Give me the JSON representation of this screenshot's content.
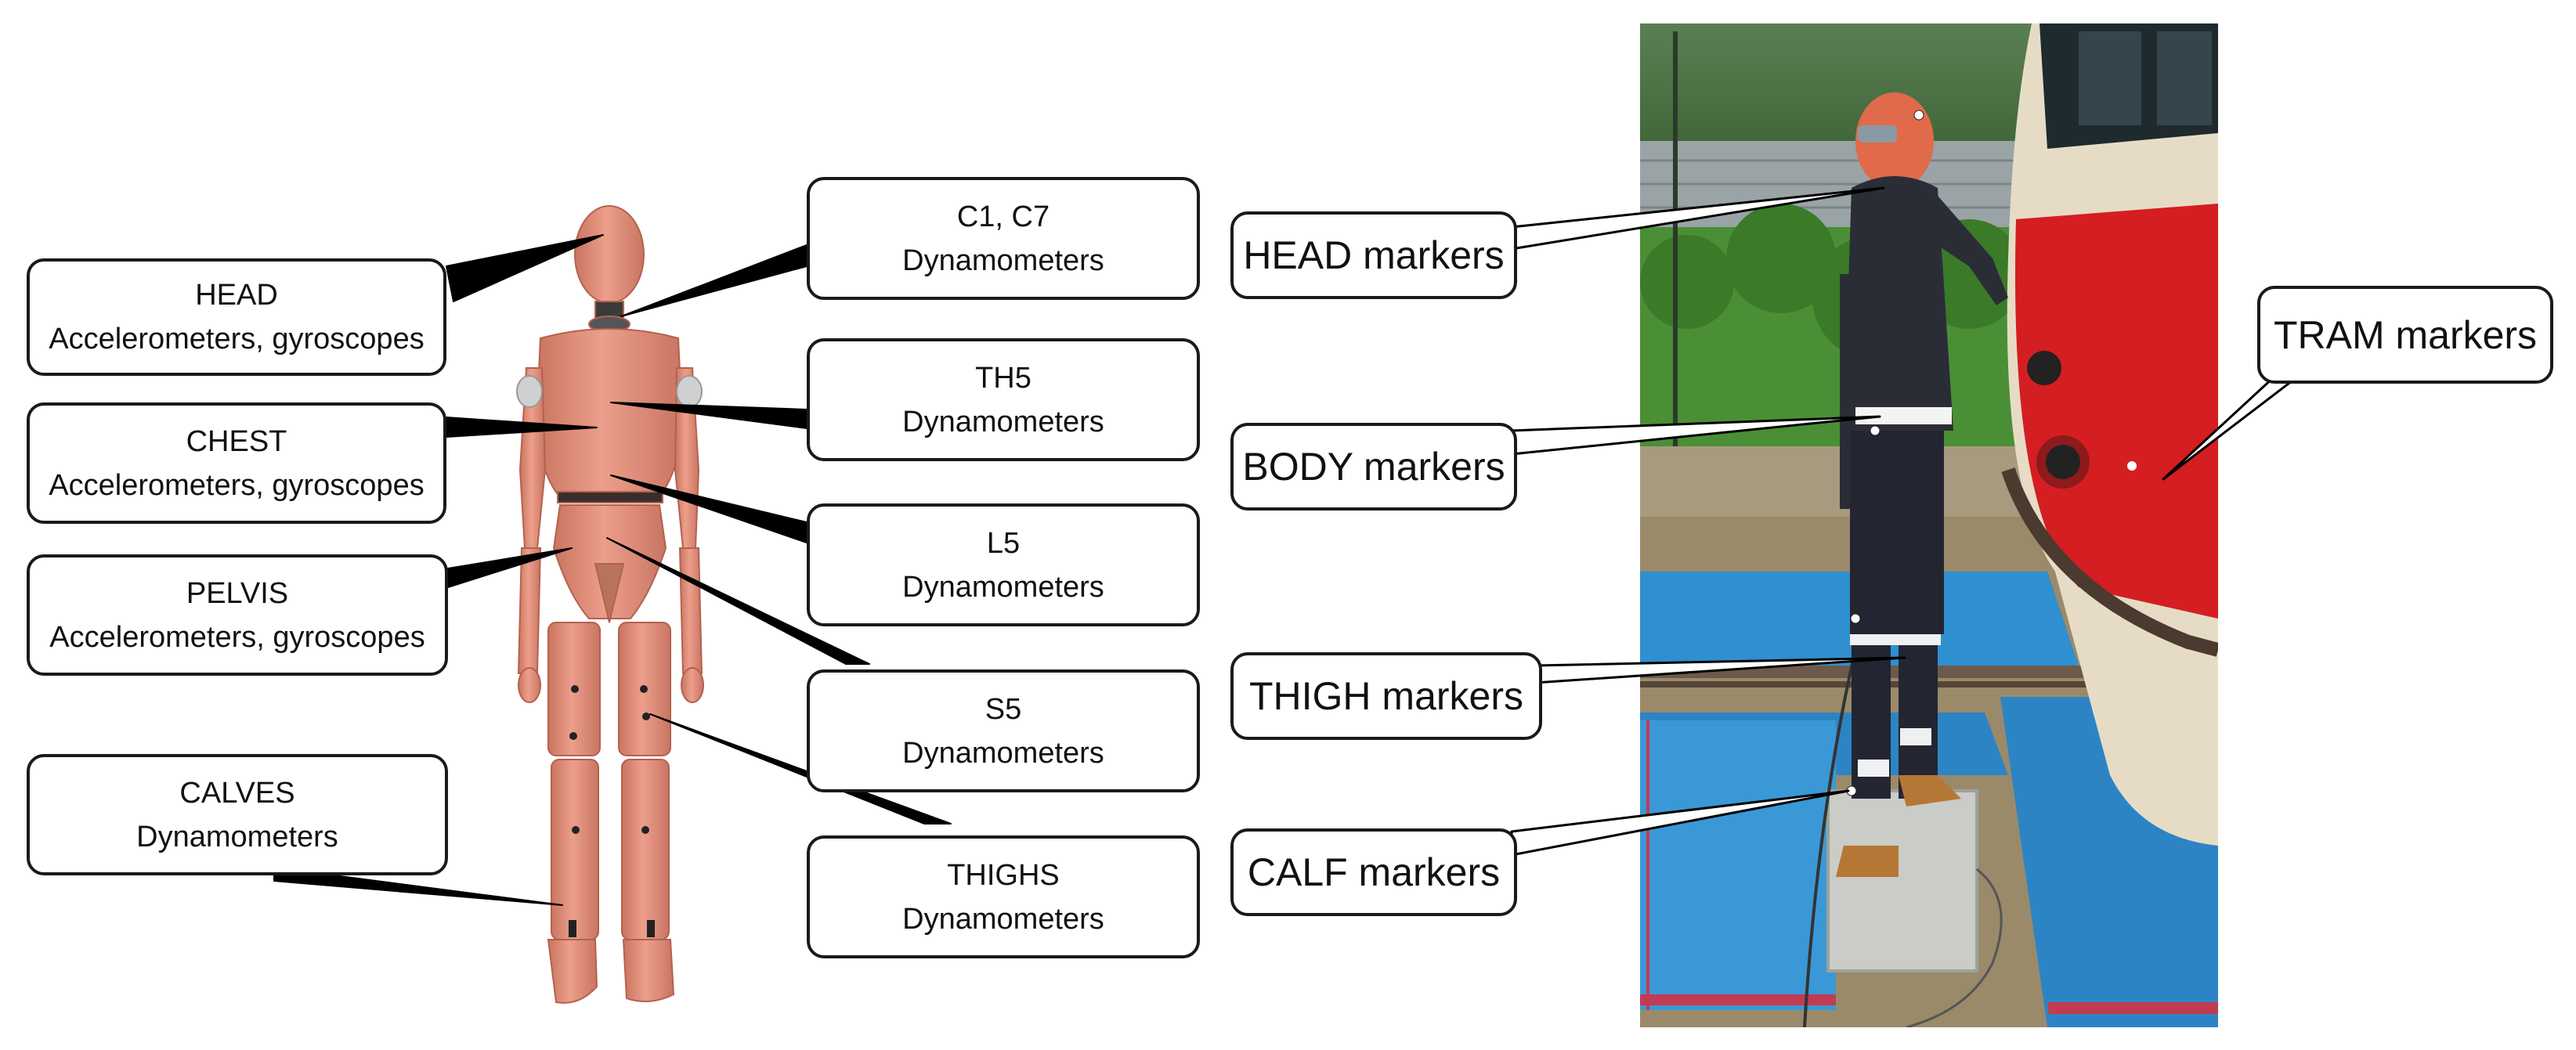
{
  "left_labels": {
    "head": {
      "title": "HEAD",
      "subtitle": "Accelerometers, gyroscopes"
    },
    "chest": {
      "title": "CHEST",
      "subtitle": "Accelerometers, gyroscopes"
    },
    "pelvis": {
      "title": "PELVIS",
      "subtitle": "Accelerometers, gyroscopes"
    },
    "calves": {
      "title": "CALVES",
      "subtitle": "Dynamometers"
    }
  },
  "right_labels": {
    "c1c7": {
      "title": "C1, C7",
      "subtitle": "Dynamometers"
    },
    "th5": {
      "title": "TH5",
      "subtitle": "Dynamometers"
    },
    "l5": {
      "title": "L5",
      "subtitle": "Dynamometers"
    },
    "s5": {
      "title": "S5",
      "subtitle": "Dynamometers"
    },
    "thighs": {
      "title": "THIGHS",
      "subtitle": "Dynamometers"
    }
  },
  "photo_labels": {
    "head_markers": "HEAD markers",
    "body_markers": "BODY markers",
    "thigh_markers": "THIGH markers",
    "calf_markers": "CALF markers",
    "tram_markers": "TRAM markers"
  },
  "colors": {
    "dummy_skin": "#e3937f",
    "dummy_shadow": "#c87562",
    "tram_red": "#d41e22",
    "tram_cream": "#e6dcc6",
    "mat_blue": "#2f8fd0",
    "jacket": "#2b2d36",
    "grass": "#3f8a2e"
  }
}
